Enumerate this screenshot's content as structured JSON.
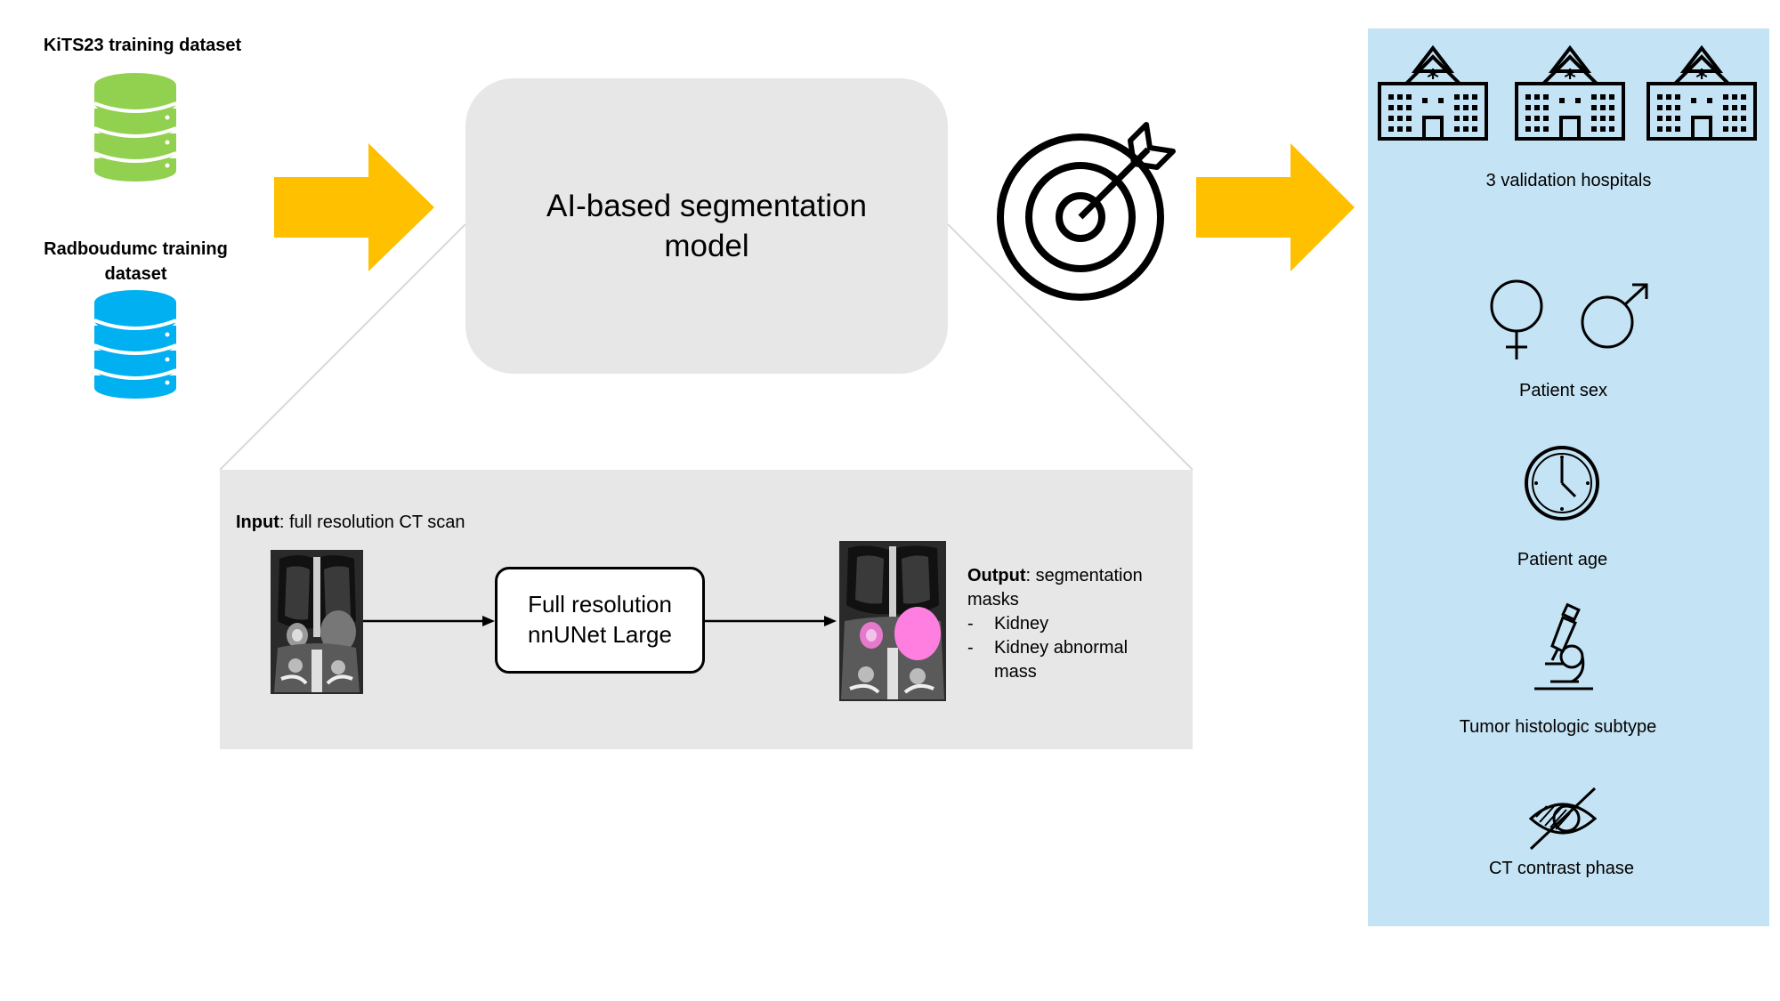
{
  "datasets": {
    "kits_label": "KiTS23 training dataset",
    "radboud_label_line1": "Radboudumc training",
    "radboud_label_line2": "dataset"
  },
  "model": {
    "title_line1": "AI-based segmentation",
    "title_line2": "model"
  },
  "pipeline": {
    "input_bold": "Input",
    "input_rest": ": full resolution CT scan",
    "network_line1": "Full resolution",
    "network_line2": "nnUNet Large",
    "output_bold": "Output",
    "output_rest": ": segmentation",
    "output_line2": "masks",
    "output_items": [
      "Kidney",
      "Kidney abnormal",
      "mass"
    ],
    "bullet": "-"
  },
  "validation": {
    "hospitals_label": "3 validation hospitals",
    "sex_label": "Patient sex",
    "age_label": "Patient age",
    "histology_label": "Tumor histologic subtype",
    "contrast_label": "CT contrast phase"
  },
  "icons": {
    "kits_db": "database-icon",
    "radboud_db": "database-icon",
    "target": "target-icon",
    "hospital": "hospital-icon",
    "female": "female-icon",
    "male": "male-icon",
    "clock": "clock-icon",
    "microscope": "microscope-icon",
    "eye": "eye-slash-icon"
  },
  "colors": {
    "kits_db": "#92d050",
    "radboud_db": "#00b0f0",
    "arrow": "#ffc000",
    "panel_gray": "#e7e7e7",
    "validation_bg": "#c4e3f4",
    "mask_pink": "#ff7fe0"
  }
}
